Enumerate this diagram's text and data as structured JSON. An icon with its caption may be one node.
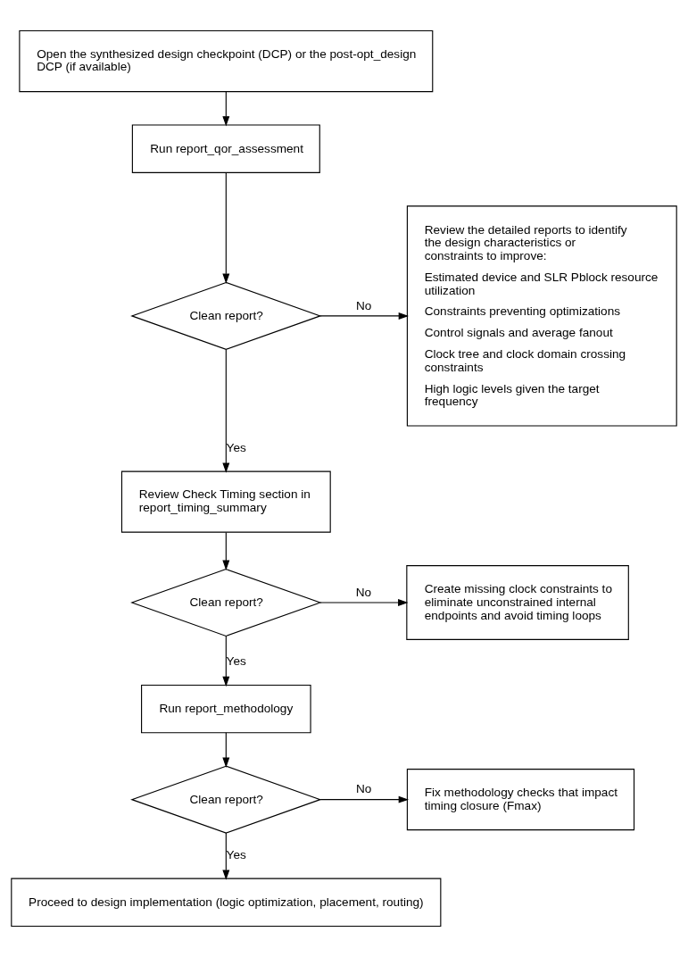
{
  "diagram": {
    "nodes": [
      {
        "text": [
          "Open the synthesized design checkpoint (DCP) or the post-opt_design DCP (if available)"
        ]
      },
      {
        "text": [
          "Run report_qor_assessment"
        ]
      },
      {
        "text": [
          "Clean report?"
        ]
      },
      {
        "text": [
          "Review the detailed reports to identify the design characteristics or constraints to improve:",
          "Estimated device and SLR Pblock resource utilization",
          "Constraints preventing optimizations",
          "Control signals and average fanout",
          "Clock tree and clock domain crossing constraints",
          "High logic levels given the target frequency"
        ]
      },
      {
        "text": [
          "Review Check Timing section in report_timing_summary"
        ]
      },
      {
        "text": [
          "Clean report?"
        ]
      },
      {
        "text": [
          "Create missing clock constraints to eliminate unconstrained internal endpoints and avoid timing loops"
        ]
      },
      {
        "text": [
          "Run report_methodology"
        ]
      },
      {
        "text": [
          "Clean report?"
        ]
      },
      {
        "text": [
          "Fix methodology checks that impact timing closure (Fmax)"
        ]
      },
      {
        "text": [
          "Proceed to design implementation (logic optimization, placement, routing)"
        ]
      }
    ],
    "edges": [
      {
        "from": 0,
        "to": 1,
        "arrow": "to"
      },
      {
        "from": 1,
        "to": 2,
        "arrow": "to"
      },
      {
        "from": 2,
        "to": 3,
        "arrow": "to",
        "label": "No"
      },
      {
        "from": 2,
        "to": 4,
        "arrow": "to",
        "label": "Yes"
      },
      {
        "from": 4,
        "to": 5,
        "arrow": "to"
      },
      {
        "from": 5,
        "to": 6,
        "arrow": "to",
        "label": "No"
      },
      {
        "from": 5,
        "to": 7,
        "arrow": "to",
        "label": "Yes"
      },
      {
        "from": 7,
        "to": 8,
        "arrow": "to"
      },
      {
        "from": 8,
        "to": 9,
        "arrow": "to",
        "label": "No"
      },
      {
        "from": 8,
        "to": 10,
        "arrow": "to",
        "label": "Yes"
      }
    ]
  }
}
